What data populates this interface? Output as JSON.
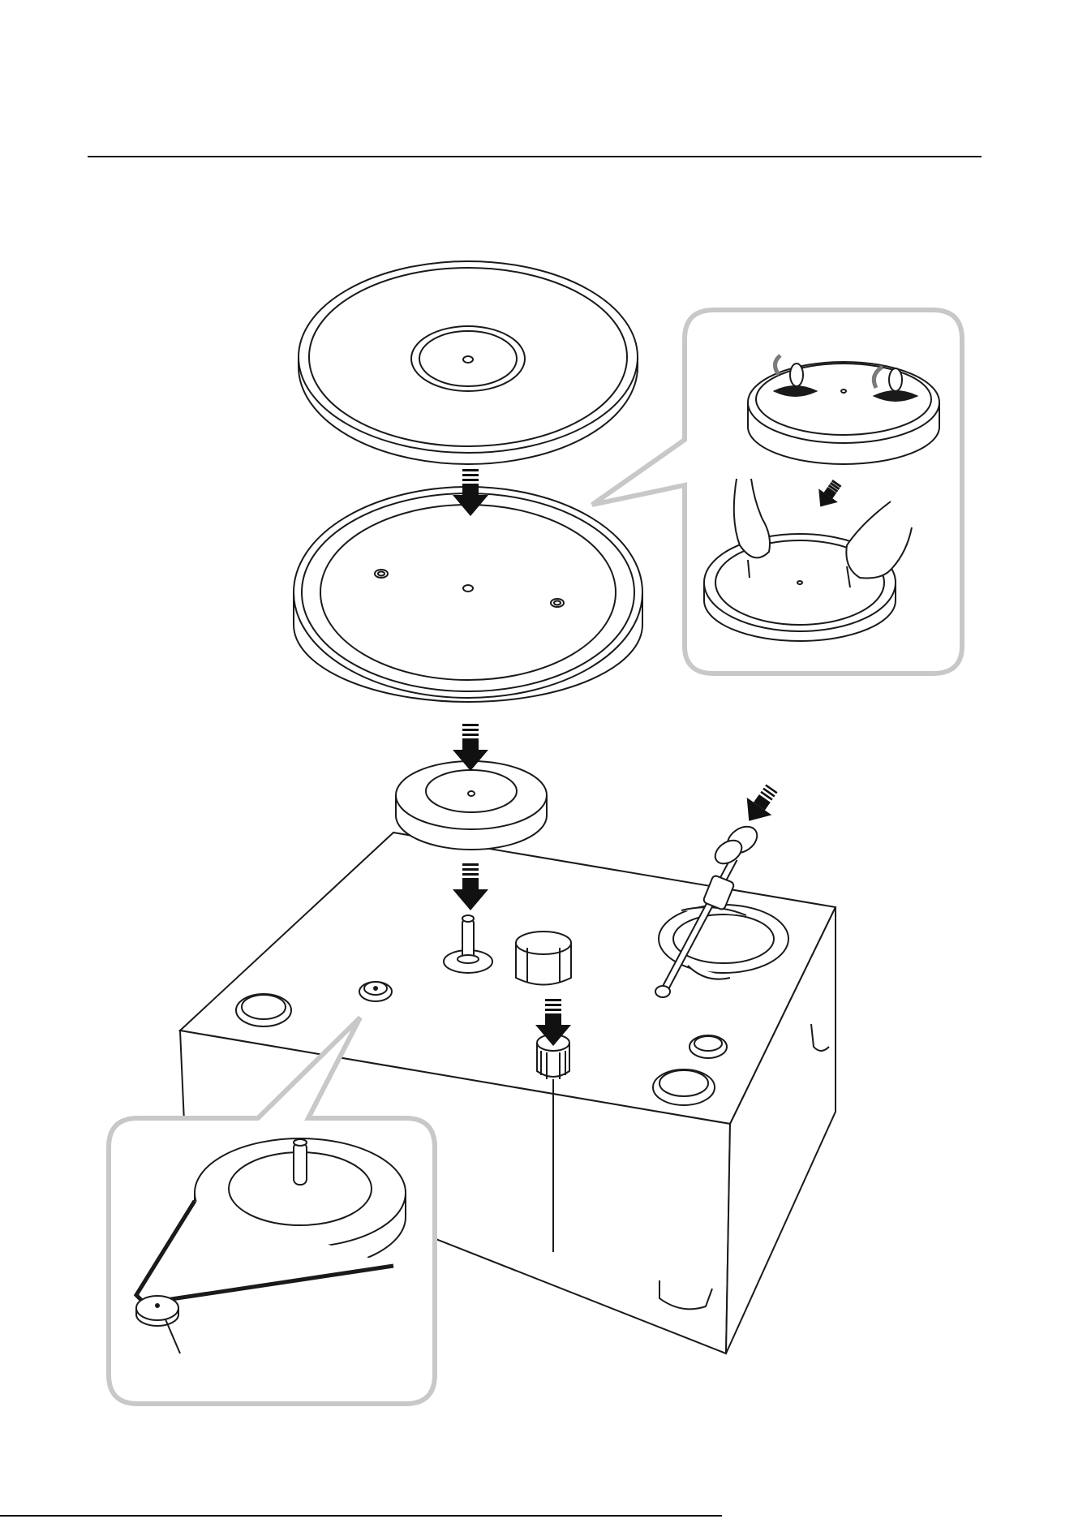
{
  "diagram": {
    "parts": [
      {
        "id": "platter-mat",
        "label": ""
      },
      {
        "id": "platter",
        "label": ""
      },
      {
        "id": "sub-platter",
        "label": ""
      },
      {
        "id": "turntable-base",
        "label": ""
      },
      {
        "id": "spindle-bearing",
        "label": ""
      },
      {
        "id": "weight-cover",
        "label": ""
      },
      {
        "id": "tonearm",
        "label": ""
      },
      {
        "id": "pitch-knob",
        "label": ""
      }
    ],
    "callouts": [
      {
        "id": "platter-handles-inset",
        "steps": 2
      },
      {
        "id": "drive-belt-inset",
        "steps": 1
      }
    ],
    "arrows": 6
  },
  "colors": {
    "line": "#1a1a1a",
    "callout_border": "#c8c8c8",
    "fill": "#ffffff",
    "arrow": "#111111",
    "rotation_arrow": "#7a7a7a"
  }
}
